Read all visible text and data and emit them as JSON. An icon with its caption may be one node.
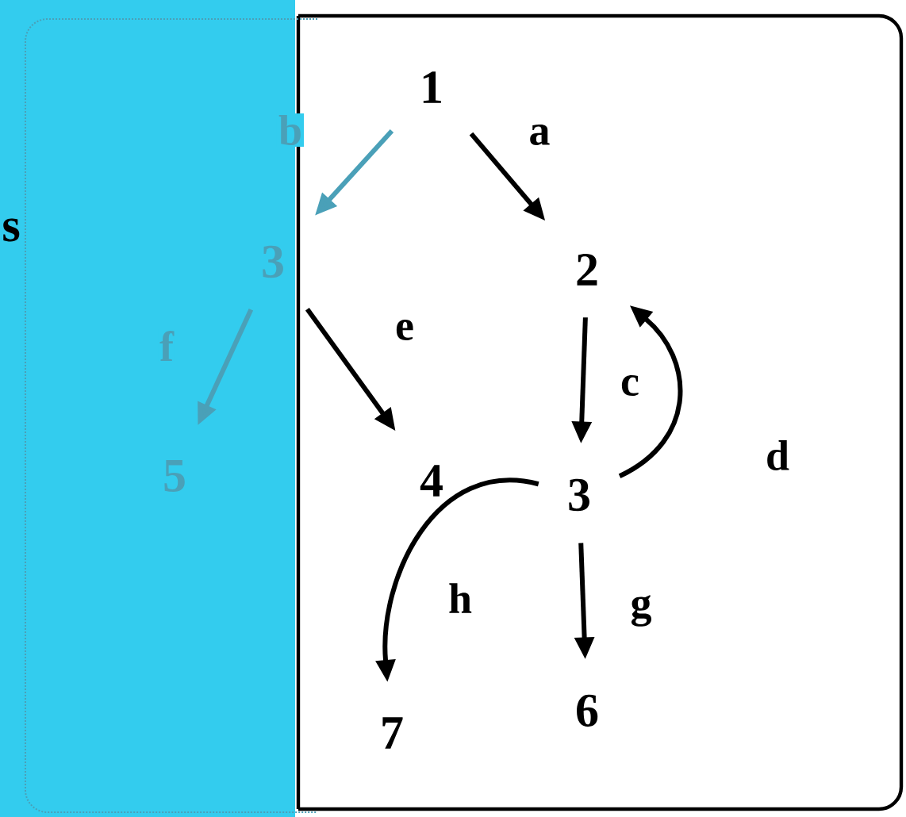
{
  "diagram": {
    "nodes": [
      {
        "text": [
          "1"
        ]
      },
      {
        "text": [
          "3"
        ]
      },
      {
        "text": [
          "2"
        ]
      },
      {
        "text": [
          "5"
        ]
      },
      {
        "text": [
          "4"
        ]
      },
      {
        "text": [
          "3"
        ]
      },
      {
        "text": [
          "6"
        ]
      },
      {
        "text": [
          "7"
        ]
      }
    ],
    "edges": [
      {
        "from": 0,
        "to": 1,
        "arrow": "to",
        "label": "b",
        "color": "#4aa0b8"
      },
      {
        "from": 0,
        "to": 2,
        "arrow": "to",
        "label": "a"
      },
      {
        "from": 1,
        "to": 4,
        "arrow": "to",
        "label": "e"
      },
      {
        "from": 1,
        "to": 3,
        "arrow": "to",
        "label": "f",
        "color": "#4aa0b8"
      },
      {
        "from": 2,
        "to": 5,
        "arrow": "to",
        "label": "c"
      },
      {
        "from": 5,
        "to": 2,
        "arrow": "to",
        "label": "d"
      },
      {
        "from": 5,
        "to": 7,
        "arrow": "to",
        "label": "h"
      },
      {
        "from": 5,
        "to": 6,
        "arrow": "to",
        "label": "g"
      }
    ],
    "labels": [
      "s"
    ]
  }
}
